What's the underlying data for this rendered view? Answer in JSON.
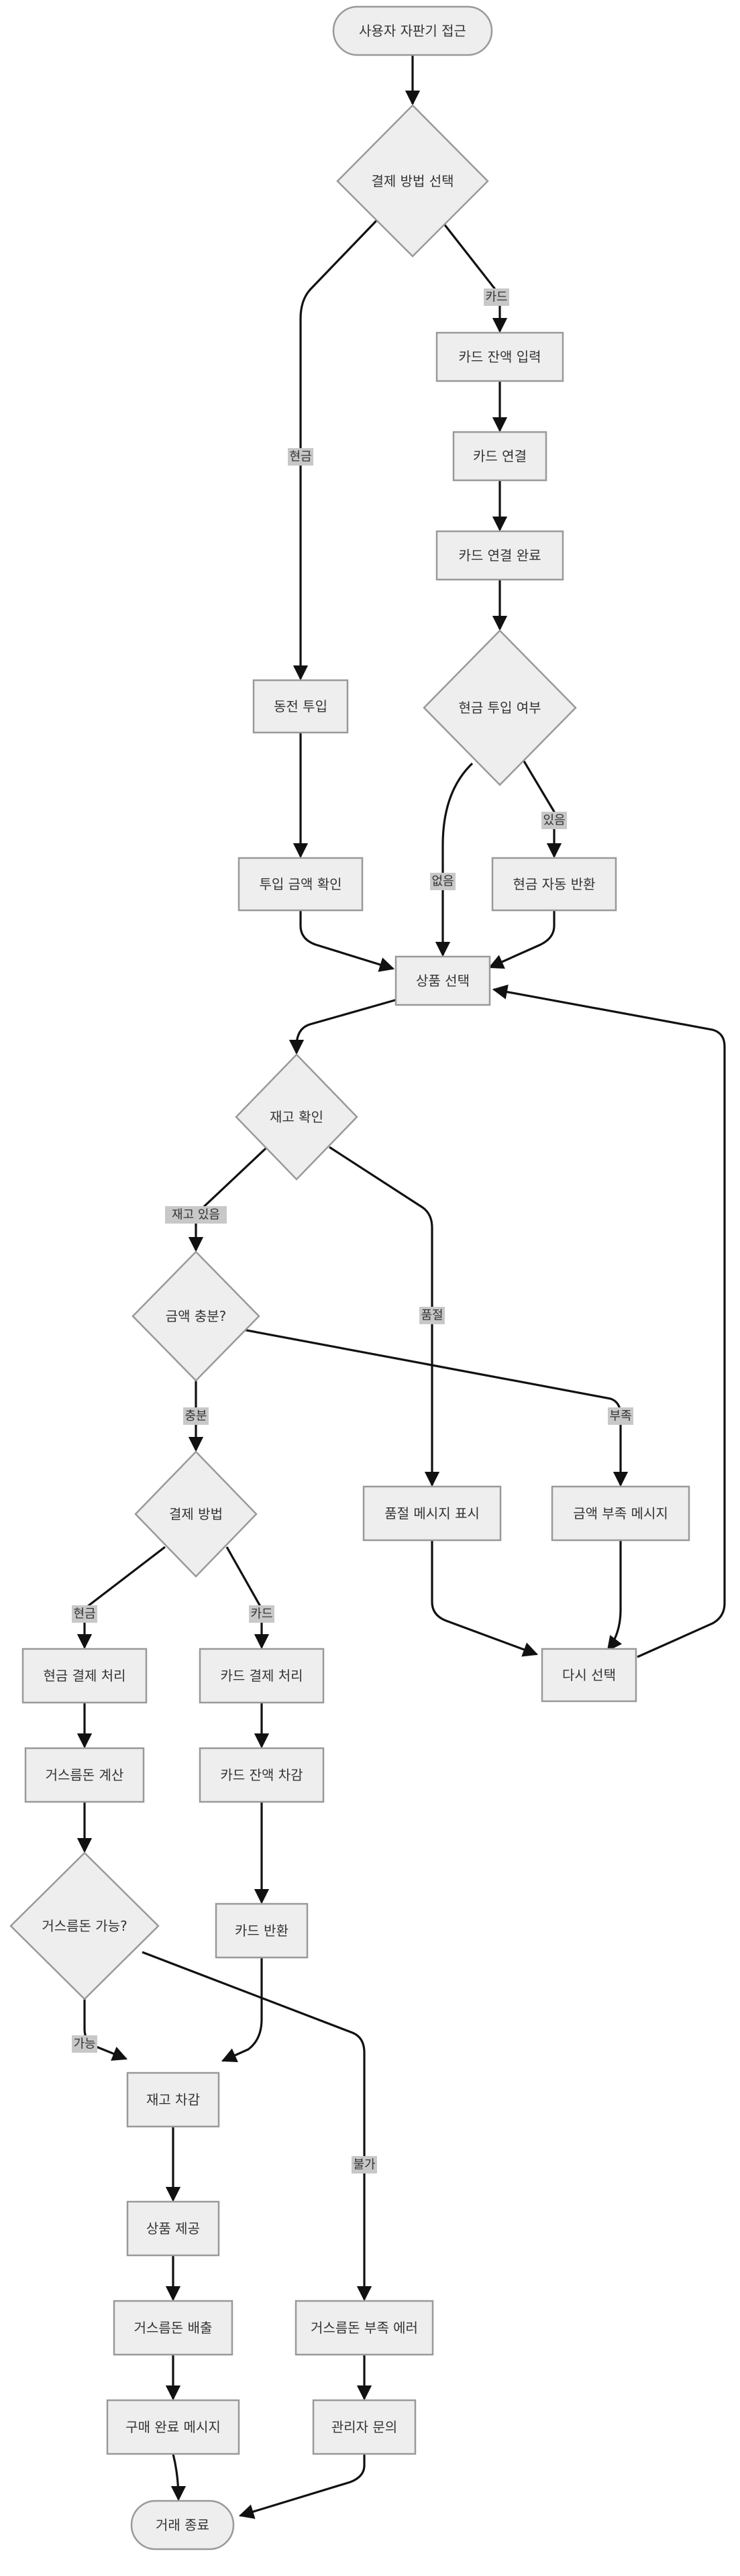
{
  "diagram": {
    "type": "flowchart",
    "nodes": {
      "start": "사용자 자판기 접근",
      "pay_method": "결제 방법 선택",
      "card_balance_input": "카드 잔액 입력",
      "card_connect": "카드 연결",
      "card_connected": "카드 연결 완료",
      "cash_inserted_q": "현금 투입 여부",
      "coin_insert": "동전 투입",
      "check_amount": "투입 금액 확인",
      "cash_auto_return": "현금 자동 반환",
      "select_product": "상품 선택",
      "stock_check": "재고 확인",
      "enough_money": "금액 충분?",
      "sold_out_msg": "품절 메시지 표시",
      "insufficient_msg": "금액 부족 메시지",
      "payment_method": "결제 방법",
      "reselect": "다시 선택",
      "cash_pay": "현금 결제 처리",
      "card_pay": "카드 결제 처리",
      "calc_change": "거스름돈 계산",
      "card_deduct": "카드 잔액 차감",
      "change_possible": "거스름돈 가능?",
      "card_return": "카드 반환",
      "stock_decrease": "재고 차감",
      "provide_product": "상품 제공",
      "change_shortage_error": "거스름돈 부족 에러",
      "dispense_change": "거스름돈 배출",
      "purchase_complete_msg": "구매 완료 메시지",
      "admin_contact": "관리자 문의",
      "end": "거래 종료"
    },
    "edge_labels": {
      "card": "카드",
      "cash": "현금",
      "yes_inserted": "있음",
      "no_inserted": "없음",
      "in_stock": "재고 있음",
      "sold_out": "품절",
      "enough": "충분",
      "short": "부족",
      "pay_cash": "현금",
      "pay_card": "카드",
      "possible": "가능",
      "impossible": "불가"
    }
  },
  "colors": {
    "node_fill": "#eeeeee",
    "node_stroke": "#999999",
    "edge": "#111111",
    "edge_label_bg": "#c8c8c8",
    "text": "#333333"
  }
}
